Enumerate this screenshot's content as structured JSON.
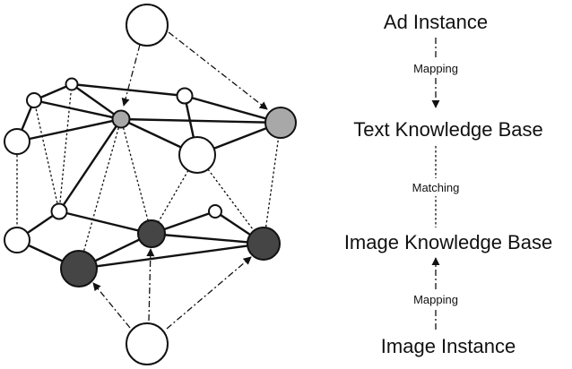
{
  "colors": {
    "stroke": "#111111",
    "node_white": "#ffffff",
    "node_light_gray": "#a8a8a8",
    "node_dark_gray": "#454545",
    "background": "#ffffff"
  },
  "flow": {
    "ad_instance": "Ad Instance",
    "mapping_top": "Mapping",
    "text_kb": "Text Knowledge Base",
    "matching": "Matching",
    "image_kb": "Image Knowledge Base",
    "mapping_bottom": "Mapping",
    "image_instance": "Image Instance"
  }
}
